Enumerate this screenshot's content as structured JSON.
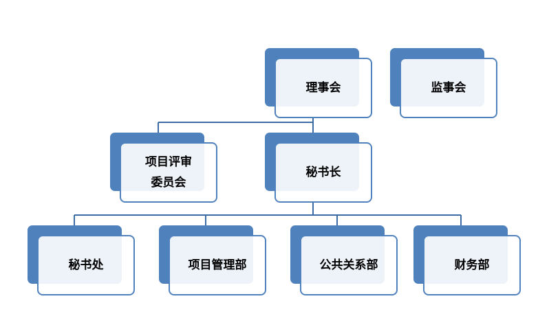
{
  "colors": {
    "accent": "#4f81bd",
    "line": "#2f5f9a"
  },
  "nodes": {
    "board": "理事会",
    "supervisors": "监事会",
    "review_committee_line1": "项目评审",
    "review_committee_line2": "委员会",
    "secretary_general": "秘书长",
    "secretariat": "秘书处",
    "project_management": "项目管理部",
    "public_relations": "公共关系部",
    "finance": "财务部"
  }
}
